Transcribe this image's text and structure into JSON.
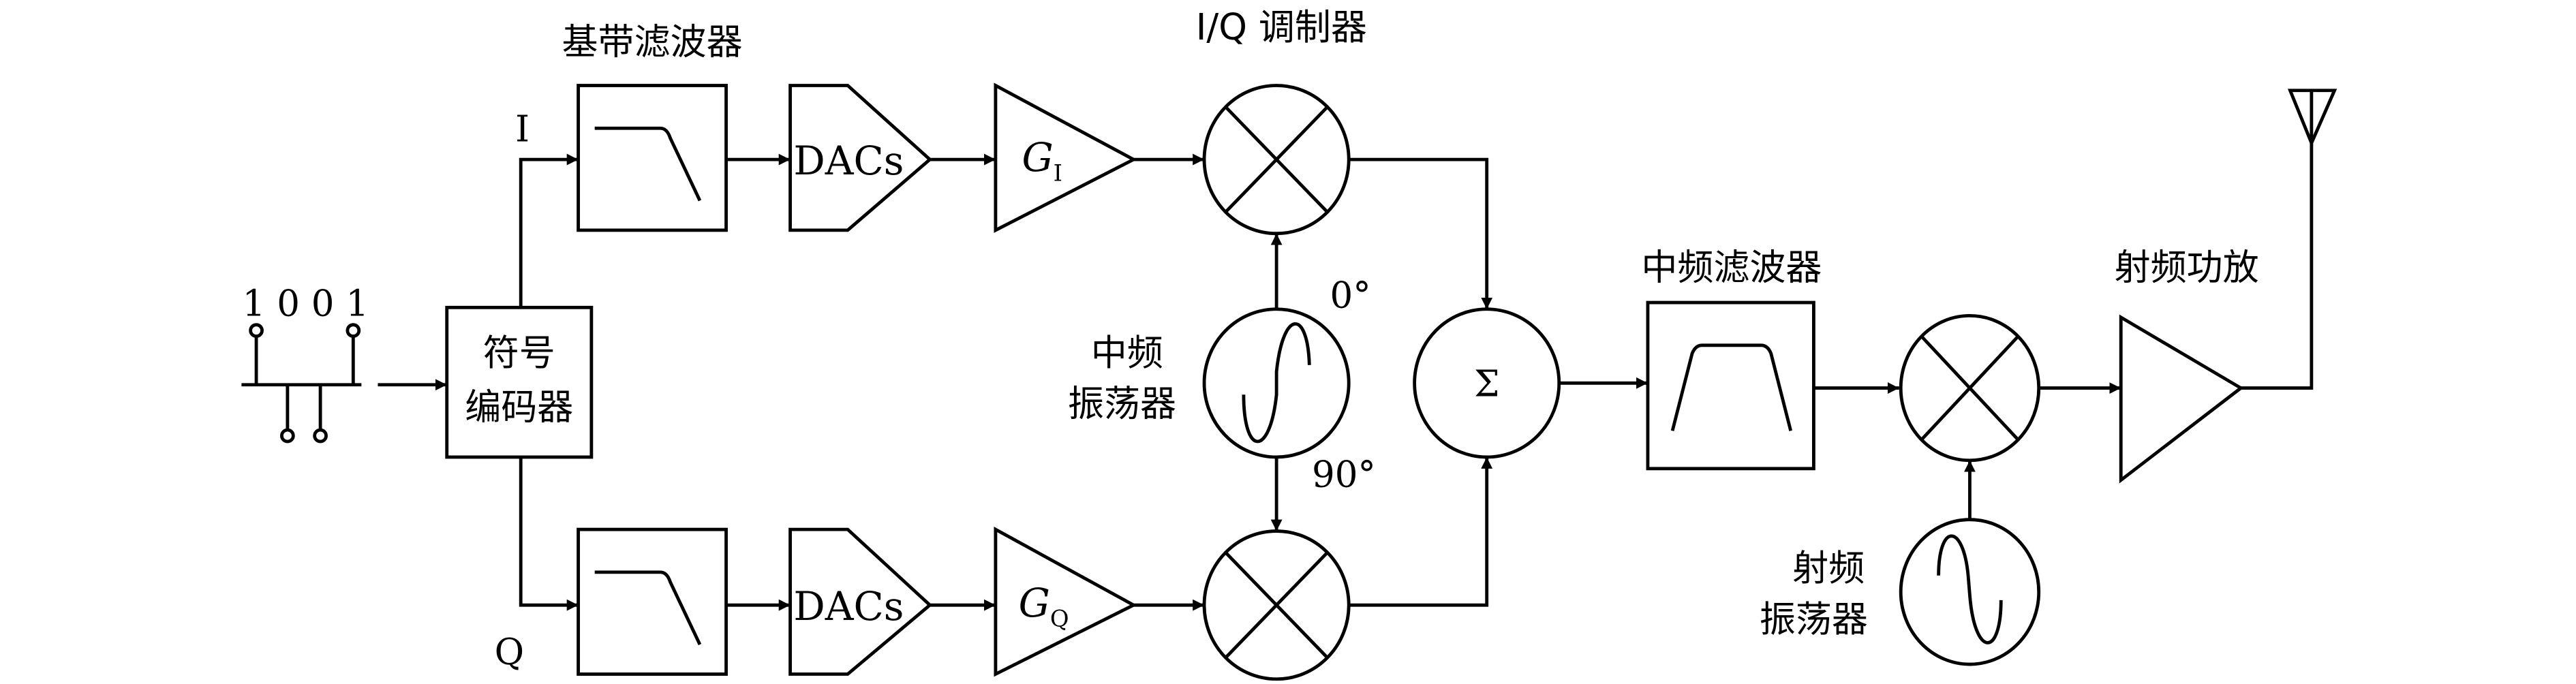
{
  "diagram": {
    "title_baseband_filter": "基带滤波器",
    "title_iq_modulator": "I/Q 调制器",
    "title_if_filter": "中频滤波器",
    "title_rf_pa": "射频功放",
    "bits_label": "1 0 0 1",
    "encoder_line1": "符号",
    "encoder_line2": "编码器",
    "branch_i": "I",
    "branch_q": "Q",
    "dac_label": "DACs",
    "gain_i_main": "G",
    "gain_i_sub": "I",
    "gain_q_main": "G",
    "gain_q_sub": "Q",
    "if_osc_line1": "中频",
    "if_osc_line2": "振荡器",
    "phase_0": "0°",
    "phase_90": "90°",
    "sum_symbol": "Σ",
    "rf_osc_line1": "射频",
    "rf_osc_line2": "振荡器"
  },
  "colors": {
    "stroke": "#000000",
    "background": "#ffffff"
  }
}
